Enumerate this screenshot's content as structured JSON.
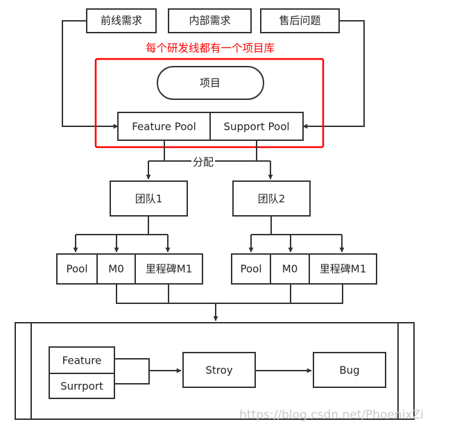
{
  "sources": [
    "前线需求",
    "内部需求",
    "售后问题"
  ],
  "highlight_label": "每个研发线都有一个项目库",
  "project": "项目",
  "pools": {
    "feature": "Feature Pool",
    "support": "Support Pool"
  },
  "allocate_label": "分配",
  "teams": [
    {
      "name": "团队1",
      "items": [
        "Pool",
        "M0",
        "里程碑M1"
      ]
    },
    {
      "name": "团队2",
      "items": [
        "Pool",
        "M0",
        "里程碑M1"
      ]
    }
  ],
  "bottom": {
    "types": [
      "Feature",
      "Surrport"
    ],
    "story": "Stroy",
    "bug": "Bug"
  },
  "watermark": "https://blog.csdn.net/PhoenixZi",
  "colors": {
    "stroke": "#333333",
    "highlight": "#ff0000",
    "watermark": "#c8c8c8"
  }
}
